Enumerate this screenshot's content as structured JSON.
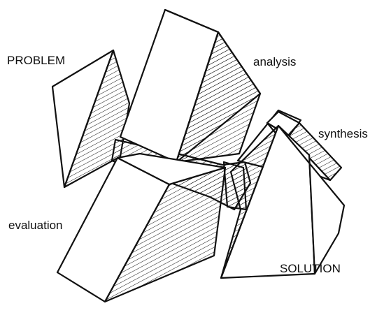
{
  "labels": {
    "problem": "PROBLEM",
    "analysis": "analysis",
    "synthesis": "synthesis",
    "evaluation": "evaluation",
    "solution": "SOLUTION"
  },
  "colors": {
    "ink": "#111111",
    "background": "#ffffff"
  }
}
